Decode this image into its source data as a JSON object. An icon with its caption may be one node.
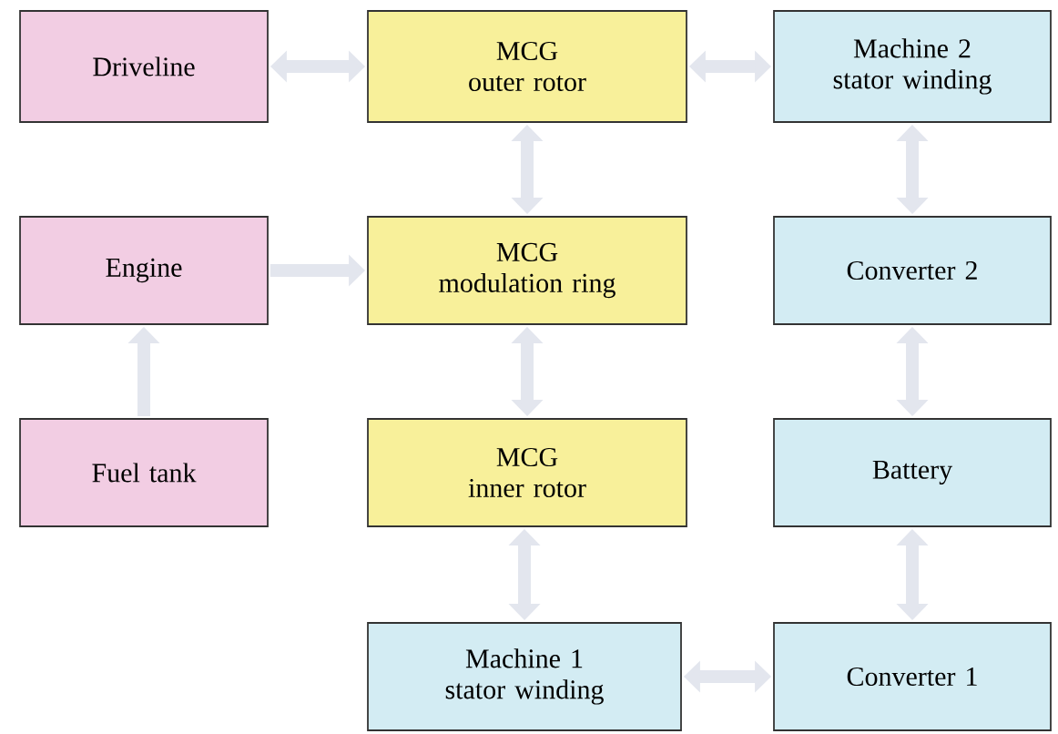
{
  "diagram": {
    "nodes": [
      {
        "text": [
          "Driveline"
        ]
      },
      {
        "text": [
          "MCG",
          "outer rotor"
        ]
      },
      {
        "text": [
          "Machine 2 stator winding"
        ]
      },
      {
        "text": [
          "Engine"
        ]
      },
      {
        "text": [
          "MCG",
          "modulation ring"
        ]
      },
      {
        "text": [
          "Converter 2"
        ]
      },
      {
        "text": [
          "Fuel tank"
        ]
      },
      {
        "text": [
          "MCG",
          "inner rotor"
        ]
      },
      {
        "text": [
          "Battery"
        ]
      },
      {
        "text": [
          "Machine 1 stator winding"
        ]
      },
      {
        "text": [
          "Converter 1"
        ]
      }
    ],
    "edges": [
      {
        "from": 0,
        "to": 1,
        "arrow": "both"
      },
      {
        "from": 1,
        "to": 2,
        "arrow": "both"
      },
      {
        "from": 1,
        "to": 4,
        "arrow": "both"
      },
      {
        "from": 3,
        "to": 4,
        "arrow": "to"
      },
      {
        "from": 6,
        "to": 3,
        "arrow": "to"
      },
      {
        "from": 4,
        "to": 7,
        "arrow": "both"
      },
      {
        "from": 7,
        "to": 9,
        "arrow": "both"
      },
      {
        "from": 2,
        "to": 5,
        "arrow": "both"
      },
      {
        "from": 5,
        "to": 8,
        "arrow": "both"
      },
      {
        "from": 8,
        "to": 10,
        "arrow": "both"
      },
      {
        "from": 9,
        "to": 10,
        "arrow": "both"
      }
    ]
  }
}
